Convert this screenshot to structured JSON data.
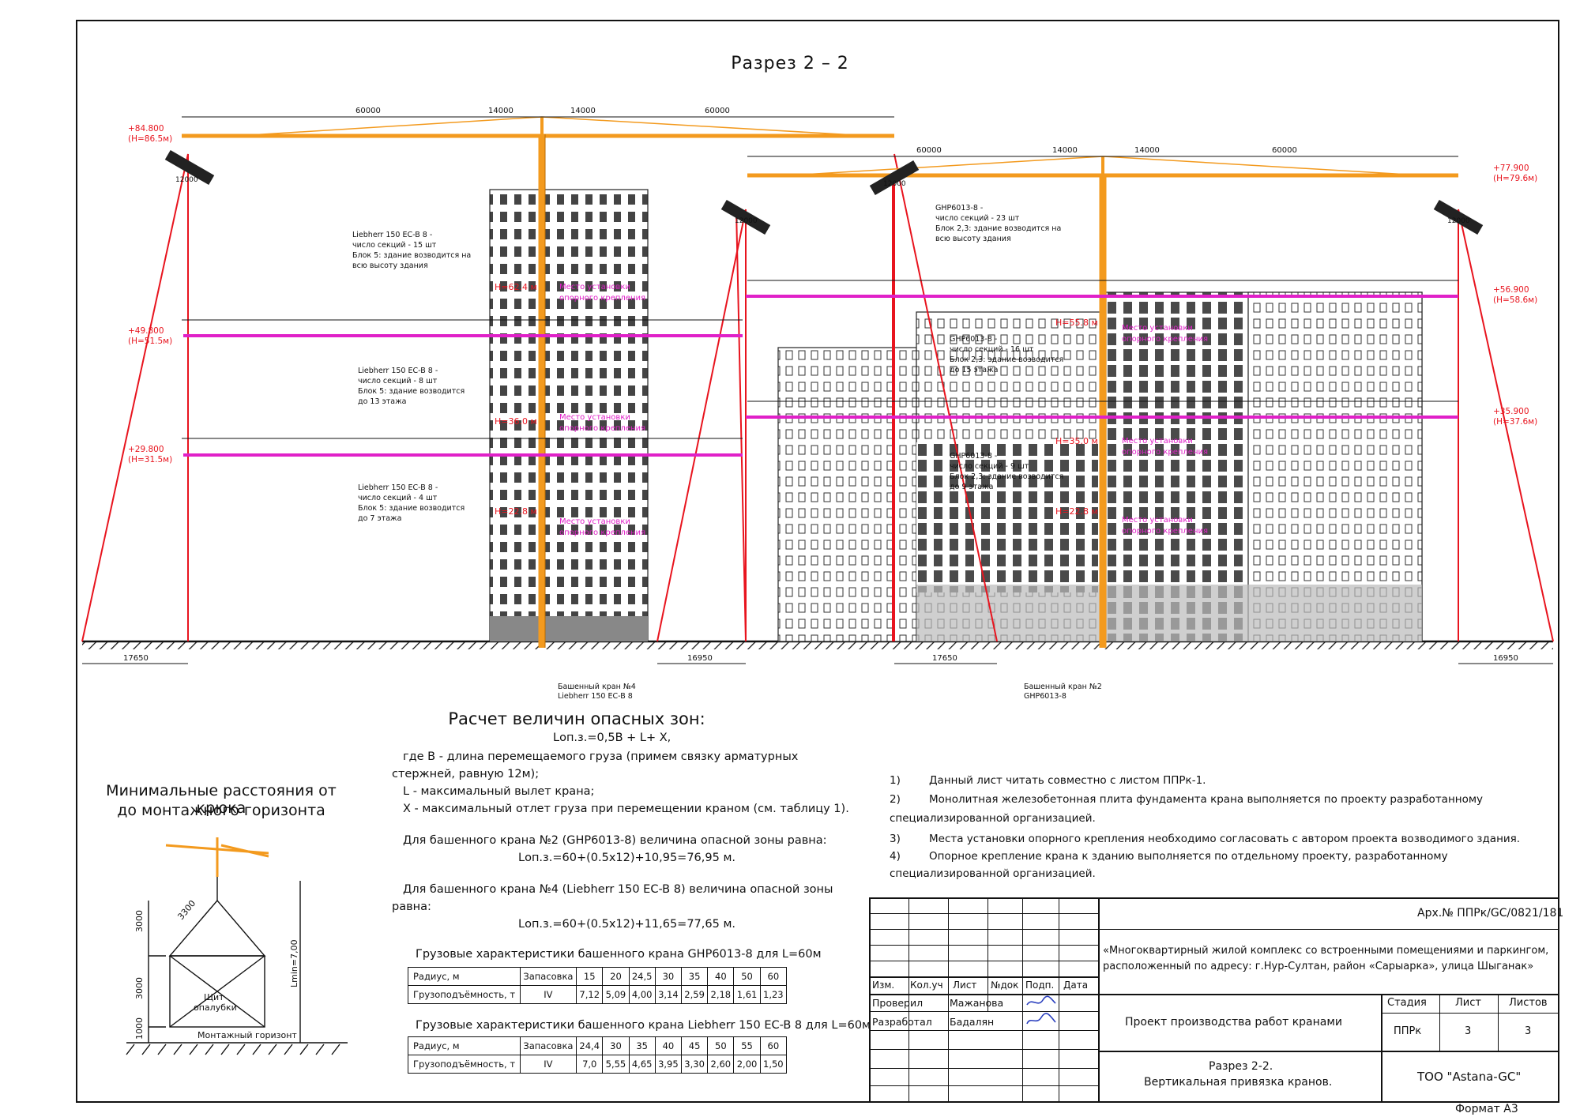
{
  "sheet": {
    "title": "Разрез 2 – 2",
    "format": "Формат А3"
  },
  "drawing": {
    "dims_top": [
      "60000",
      "14000",
      "14000",
      "60000"
    ],
    "dims_ground": [
      "17650",
      "16950",
      "17650",
      "16950"
    ],
    "crane4_levels": [
      {
        "elev": "+84.800",
        "h": "(Н=86.5м)"
      },
      {
        "elev": "+49.800",
        "h": "(Н=51.5м)"
      },
      {
        "elev": "+29.800",
        "h": "(Н=31.5м)"
      }
    ],
    "crane2_levels": [
      {
        "elev": "+77.900",
        "h": "(Н=79.6м)"
      },
      {
        "elev": "+56.900",
        "h": "(Н=58.6м)"
      },
      {
        "elev": "+35.900",
        "h": "(Н=37.6м)"
      }
    ],
    "anchor_labels_c4": [
      "Н=62.4 м",
      "Н=36.0 м",
      "Н=22.8 м"
    ],
    "anchor_labels_c2": [
      "Н=55.8 м",
      "Н=35.0 м",
      "Н=22.8 м"
    ],
    "anchor_note": [
      "Место установки",
      "опорного крепления"
    ],
    "c4_notes": [
      [
        "Liebherr 150 EC-B 8 -",
        "число секций - 15 шт",
        "Блок 5: здание возводится на",
        "всю высоту здания"
      ],
      [
        "Liebherr 150 EC-B 8 -",
        "число секций - 8 шт",
        "Блок 5: здание возводится",
        "до 13 этажа"
      ],
      [
        "Liebherr 150 EC-B 8 -",
        "число секций - 4 шт",
        "Блок 5: здание возводится",
        "до 7 этажа"
      ]
    ],
    "c2_notes": [
      [
        "GHP6013-8 -",
        "число секций - 23 шт",
        "Блок 2,3: здание возводится на",
        "всю высоту здания"
      ],
      [
        "GHP6013-8 -",
        "число секций - 16 шт",
        "Блок 2,3: здание возводится",
        "до 15 этажа"
      ],
      [
        "GHP6013-8 -",
        "число секций - 9 шт",
        "Блок 2,3: здание возводится",
        "до 9 этажа"
      ]
    ],
    "crane4_caption": [
      "Башенный кран №4",
      "Liebherr 150 EC-B 8"
    ],
    "crane2_caption": [
      "Башенный кран №2",
      "GHP6013-8"
    ],
    "boom_tag": "12000"
  },
  "hook": {
    "title_line1": "Минимальные расстояния от крюка",
    "title_line2": "до монтажного горизонта",
    "dim_3300": "3300",
    "dim_3000a": "3000",
    "dim_3000b": "3000",
    "dim_1000": "1000",
    "lmin": "Lmin=7,00",
    "shield_line1": "Щит",
    "shield_line2": "опалубки",
    "horizon": "Монтажный горизонт"
  },
  "calc": {
    "heading": "Расчет величин опасных зон:",
    "formula": "Lоп.з.=0,5В + L+ X,",
    "lines": [
      "где В - длина перемещаемого груза (примем связку арматурных",
      "стержней, равную 12м);",
      "L - максимальный вылет крана;",
      "X - максимальный отлет груза при перемещении краном (см. таблицу 1)."
    ],
    "crane2_text": "Для башенного крана №2 (GHP6013-8) величина опасной зоны равна:",
    "crane2_formula": "Lоп.з.=60+(0.5х12)+10,95=76,95 м.",
    "crane4_text1": "Для башенного крана №4 (Liebherr 150 EC-B 8) величина опасной зоны",
    "crane4_text2": "равна:",
    "crane4_formula": "Lоп.з.=60+(0.5х12)+11,65=77,65 м."
  },
  "table1": {
    "caption": "Грузовые характеристики башенного крана GHP6013-8 для L=60м",
    "row1": [
      "Радиус, м",
      "Запасовка",
      "15",
      "20",
      "24,5",
      "30",
      "35",
      "40",
      "50",
      "60"
    ],
    "row2": [
      "Грузоподъёмность, т",
      "IV",
      "7,12",
      "5,09",
      "4,00",
      "3,14",
      "2,59",
      "2,18",
      "1,61",
      "1,23"
    ]
  },
  "table2": {
    "caption": "Грузовые характеристики башенного крана Liebherr 150 EC-B 8 для L=60м",
    "row1": [
      "Радиус, м",
      "Запасовка",
      "24,4",
      "30",
      "35",
      "40",
      "45",
      "50",
      "55",
      "60"
    ],
    "row2": [
      "Грузоподъёмность, т",
      "IV",
      "7,0",
      "5,55",
      "4,65",
      "3,95",
      "3,30",
      "2,60",
      "2,00",
      "1,50"
    ]
  },
  "notes": [
    {
      "n": "1)",
      "text": "Данный лист читать совместно с листом ППРк-1."
    },
    {
      "n": "2)",
      "text": "Монолитная железобетонная плита фундамента крана выполняется по проекту разработанному"
    },
    {
      "n": "",
      "text": "специализированной организацией."
    },
    {
      "n": "3)",
      "text": "Места установки опорного крепления необходимо согласовать с автором проекта возводимого здания."
    },
    {
      "n": "4)",
      "text": "Опорное крепление крана к зданию выполняется по отдельному проекту, разработанному"
    },
    {
      "n": "",
      "text": "специализированной  организацией."
    }
  ],
  "titleblock": {
    "arch": "Арх.№ ППРк/GC/0821/181",
    "project_line1": "«Многоквартирный жилой комплекс со встроенными помещениями и паркингом,",
    "project_line2": "расположенный по адресу: г.Нур-Султан, район «Сарыарка», улица Шыганак»",
    "headers": [
      "Изм.",
      "Кол.уч",
      "Лист",
      "№док",
      "Подп.",
      "Дата"
    ],
    "checked_label": "Проверил",
    "checked_name": "Мажанова",
    "developed_label": "Разработал",
    "developed_name": "Бадалян",
    "doc_title": "Проект производства работ кранами",
    "stage_h": "Стадия",
    "sheet_h": "Лист",
    "sheets_h": "Листов",
    "stage_v": "ППРк",
    "sheet_v": "3",
    "sheets_v": "3",
    "section_line1": "Разрез 2-2.",
    "section_line2": "Вертикальная привязка кранов.",
    "company": "ТОО \"Astana-GC\""
  },
  "colors": {
    "crane": "#f39a1e",
    "zone": "#e8141e",
    "anchor": "#e020c8",
    "building": "#555555"
  }
}
